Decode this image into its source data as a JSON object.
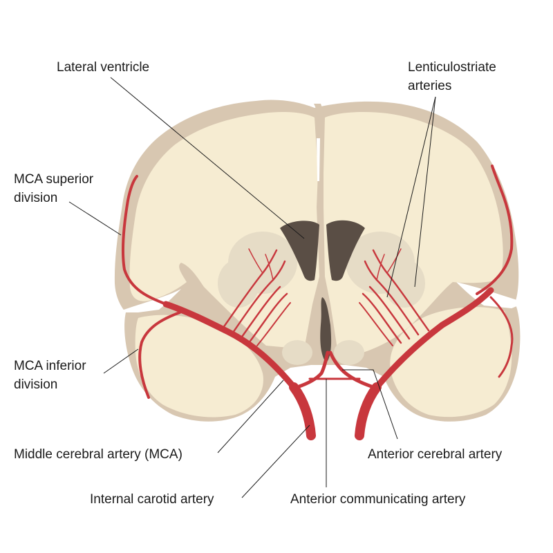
{
  "labels": {
    "lateral_ventricle": "Lateral ventricle",
    "lenticulostriate_1": "Lenticulostriate",
    "lenticulostriate_2": "arteries",
    "mca_superior_1": "MCA superior",
    "mca_superior_2": "division",
    "mca_inferior_1": "MCA inferior",
    "mca_inferior_2": "division",
    "middle_cerebral": "Middle cerebral artery (MCA)",
    "anterior_cerebral": "Anterior cerebral artery",
    "internal_carotid": "Internal carotid artery",
    "anterior_communicating": "Anterior communicating artery"
  },
  "colors": {
    "cortex": "#d8c7b1",
    "white_matter": "#f6ecd2",
    "basal_ganglia": "#e6dcc6",
    "ventricle": "#5a4e45",
    "artery": "#c8373d",
    "leader_line": "#1a1a1a"
  }
}
